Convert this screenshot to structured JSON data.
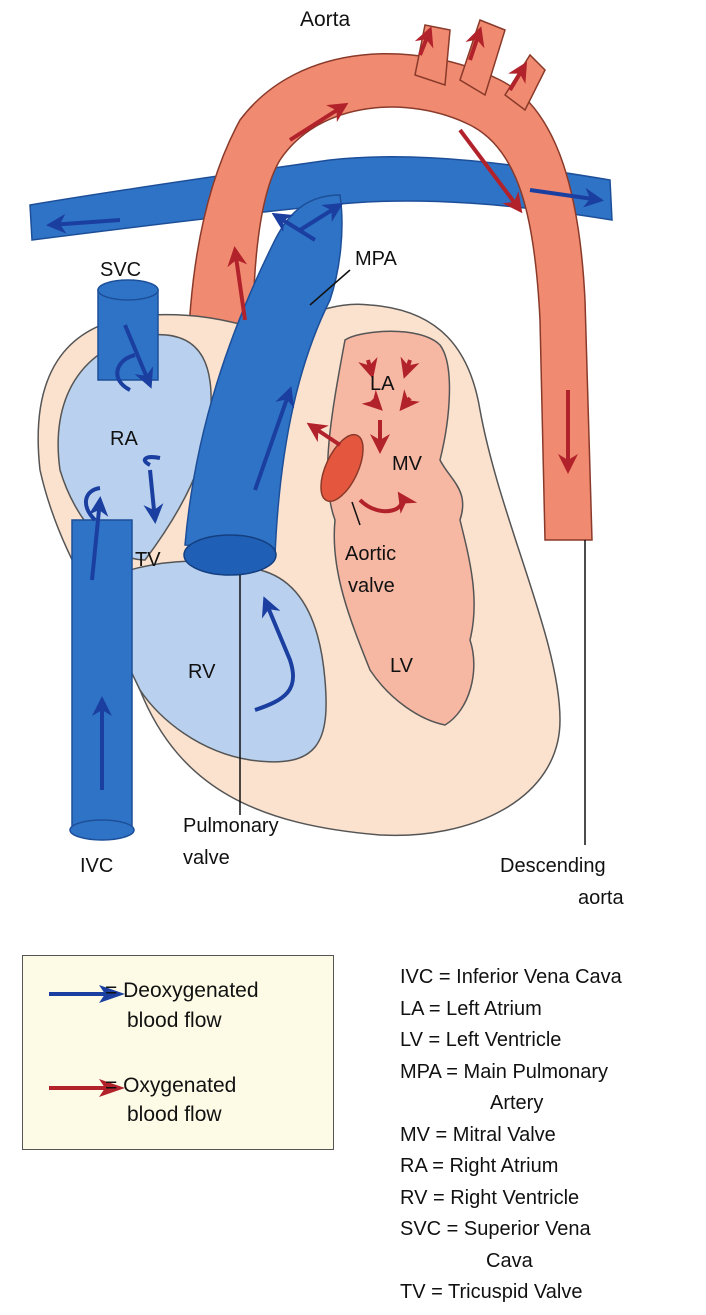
{
  "diagram": {
    "labels": {
      "aorta": "Aorta",
      "svc": "SVC",
      "mpa": "MPA",
      "la": "LA",
      "ra": "RA",
      "mv": "MV",
      "tv": "TV",
      "aortic_valve_1": "Aortic",
      "aortic_valve_2": "valve",
      "rv": "RV",
      "lv": "LV",
      "pulmonary_valve_1": "Pulmonary",
      "pulmonary_valve_2": "valve",
      "ivc": "IVC",
      "descending_aorta_1": "Descending",
      "descending_aorta_2": "aorta"
    },
    "colors": {
      "deoxygenated": "#2f73c6",
      "deoxygenated_arrow": "#1b3fa0",
      "oxygenated": "#f08a70",
      "oxygenated_arrow": "#b2222b",
      "right_heart": "#b9d1ee",
      "left_heart": "#f6b7a3",
      "myocardium": "#fbe2cf",
      "legend_bg": "#fdfbe6"
    }
  },
  "legend": {
    "deoxygenated_line1": "= Deoxygenated",
    "deoxygenated_line2": "blood flow",
    "oxygenated_line1": "= Oxygenated",
    "oxygenated_line2": "blood flow"
  },
  "abbreviations": [
    "IVC = Inferior Vena Cava",
    "LA = Left Atrium",
    "LV = Left Ventricle",
    "MPA = Main Pulmonary",
    "Artery",
    "MV = Mitral Valve",
    "RA = Right Atrium",
    "RV = Right Ventricle",
    "SVC = Superior Vena",
    "Cava",
    "TV = Tricuspid Valve"
  ]
}
